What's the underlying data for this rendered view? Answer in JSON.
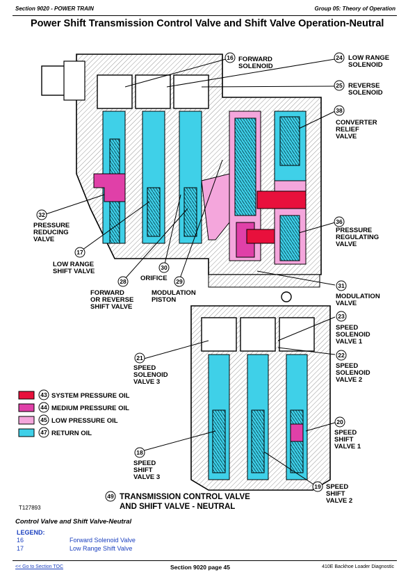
{
  "header": {
    "section": "Section 9020 - POWER TRAIN",
    "group": "Group 05: Theory of Operation"
  },
  "title": "Power Shift Transmission Control Valve and Shift Valve Operation-Neutral",
  "diagram": {
    "callouts": {
      "c16": {
        "num": "16",
        "l1": "FORWARD",
        "l2": "SOLENOID"
      },
      "c24": {
        "num": "24",
        "l1": "LOW RANGE",
        "l2": "SOLENOID"
      },
      "c25": {
        "num": "25",
        "l1": "REVERSE",
        "l2": "SOLENOID"
      },
      "c38": {
        "num": "38",
        "l1": "CONVERTER",
        "l2": "RELIEF",
        "l3": "VALVE"
      },
      "c32": {
        "num": "32",
        "l1": "PRESSURE",
        "l2": "REDUCING",
        "l3": "VALVE"
      },
      "c36": {
        "num": "36",
        "l1": "PRESSURE",
        "l2": "REGULATING",
        "l3": "VALVE"
      },
      "c17": {
        "num": "17",
        "l1": "LOW RANGE",
        "l2": "SHIFT VALVE"
      },
      "c30": {
        "num": "30",
        "l1": "ORIFICE"
      },
      "c28": {
        "num": "28",
        "l1": "FORWARD",
        "l2": "OR REVERSE",
        "l3": "SHIFT VALVE"
      },
      "c29": {
        "num": "29",
        "l1": "MODULATION",
        "l2": "PISTON"
      },
      "c31": {
        "num": "31",
        "l1": "MODULATION",
        "l2": "VALVE"
      },
      "c23": {
        "num": "23",
        "l1": "SPEED",
        "l2": "SOLENOID",
        "l3": "VALVE 1"
      },
      "c21": {
        "num": "21",
        "l1": "SPEED",
        "l2": "SOLENOID",
        "l3": "VALVE 3"
      },
      "c22": {
        "num": "22",
        "l1": "SPEED",
        "l2": "SOLENOID",
        "l3": "VALVE 2"
      },
      "c20": {
        "num": "20",
        "l1": "SPEED",
        "l2": "SHIFT",
        "l3": "VALVE 1"
      },
      "c18": {
        "num": "18",
        "l1": "SPEED",
        "l2": "SHIFT",
        "l3": "VALVE 3"
      },
      "c19": {
        "num": "19",
        "l1": "SPEED",
        "l2": "SHIFT",
        "l3": "VALVE 2"
      },
      "c49": {
        "num": "49",
        "l1": "TRANSMISSION CONTROL VALVE",
        "l2": "AND SHIFT VALVE - NEUTRAL"
      }
    },
    "oil_key": [
      {
        "num": "43",
        "label": "SYSTEM PRESSURE OIL",
        "color": "#e8103c"
      },
      {
        "num": "44",
        "label": "MEDIUM PRESSURE OIL",
        "color": "#e040a8"
      },
      {
        "num": "45",
        "label": "LOW PRESSURE OIL",
        "color": "#f4a6dc"
      },
      {
        "num": "47",
        "label": "RETURN OIL",
        "color": "#3fd0e8"
      }
    ],
    "figure_id": "T127893"
  },
  "caption": "Control Valve and Shift Valve-Neutral",
  "legend": {
    "title": "LEGEND:",
    "items": [
      {
        "num": "16",
        "label": "Forward Solenoid Valve"
      },
      {
        "num": "17",
        "label": "Low Range Shift Valve"
      }
    ]
  },
  "footer": {
    "toc_link": "<< Go to Section TOC",
    "page": "Section 9020 page 45",
    "product": "410E Backhoe Loader Diagnostic"
  }
}
